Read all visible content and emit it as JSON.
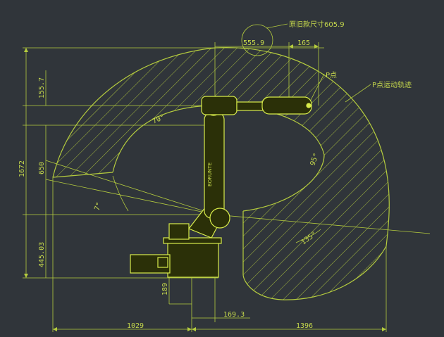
{
  "colors": {
    "background": "#30353a",
    "line": "#b5cc3e",
    "text": "#c6d94c",
    "robot": "#d8ec4a",
    "robot_dark": "#2b3008"
  },
  "annotations": {
    "old_size": "原旧款尺寸605.9",
    "p_point": "P点",
    "p_trajectory": "P点运动轨迹"
  },
  "dimensions": {
    "d555_9": "555.9",
    "d165": "165",
    "d155_7": "155.7",
    "d650": "650",
    "d1672": "1672",
    "d445_03": "445.03",
    "d189": "189",
    "d169_3": "169.3",
    "d1029": "1029",
    "d1396": "1396"
  },
  "angles": {
    "a70": "70°",
    "a7": "7°",
    "a95": "95°",
    "a135": "135°"
  },
  "robot_label": "BORUNTE"
}
